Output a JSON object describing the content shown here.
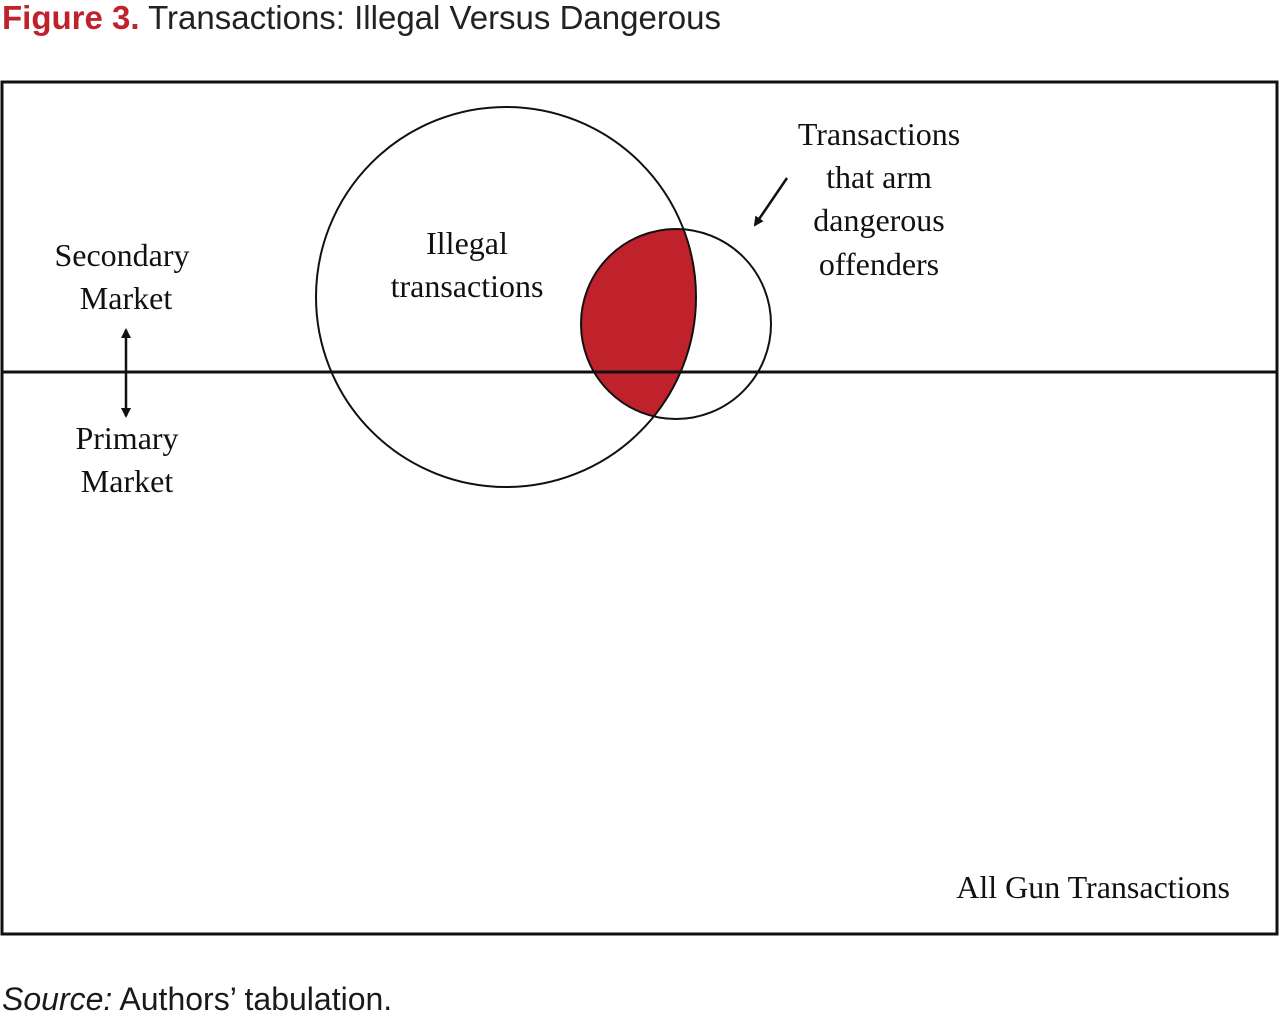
{
  "figure": {
    "label": "Figure 3.",
    "title": "Transactions: Illegal Versus Dangerous"
  },
  "diagram": {
    "outer_box_label": "All Gun Transactions",
    "market_top_line1": "Secondary",
    "market_top_line2": "Market",
    "market_bottom_line1": "Primary",
    "market_bottom_line2": "Market",
    "illegal_line1": "Illegal",
    "illegal_line2": "transactions",
    "dangerous_line1": "Transactions",
    "dangerous_line2": "that arm",
    "dangerous_line3": "dangerous",
    "dangerous_line4": "offenders",
    "colors": {
      "overlap_fill": "#c0222b",
      "stroke": "#111111"
    }
  },
  "source": {
    "label": "Source:",
    "text": " Authors’ tabulation."
  }
}
